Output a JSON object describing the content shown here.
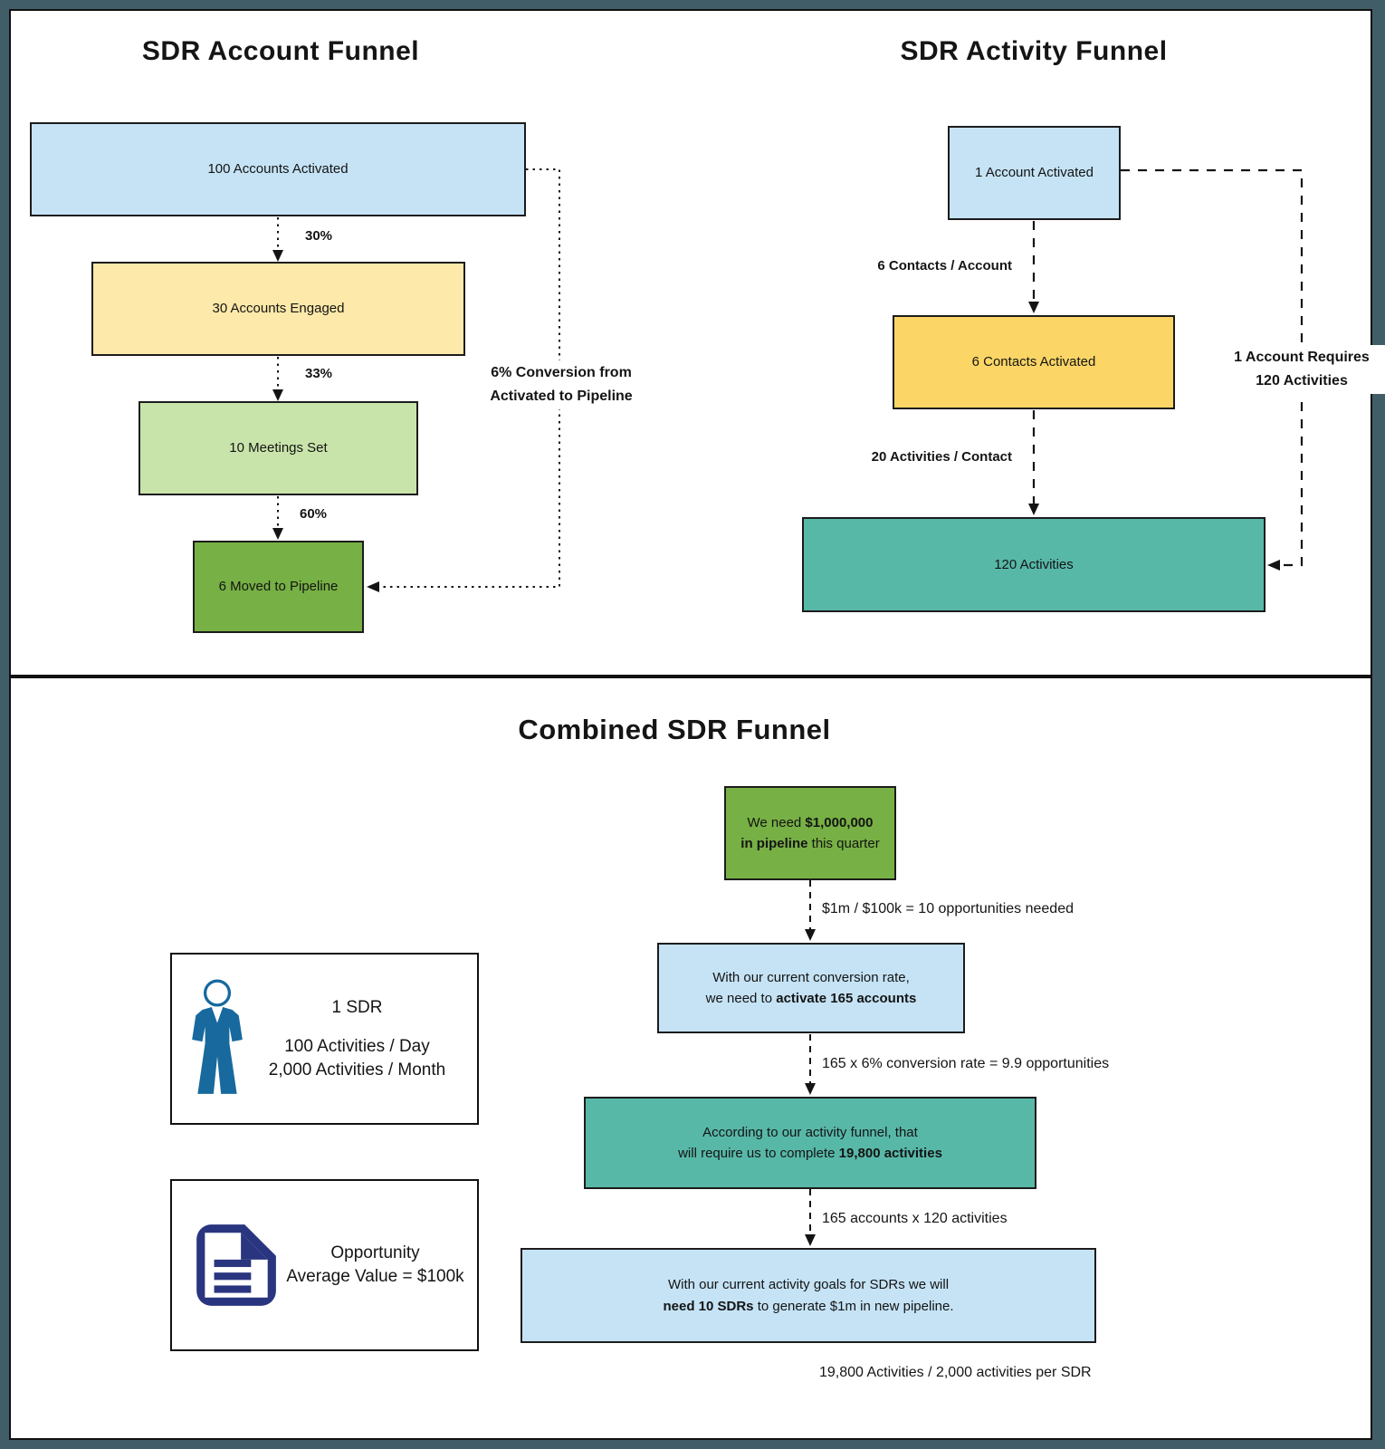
{
  "account_funnel": {
    "title": "SDR Account Funnel",
    "stage1": "100 Accounts Activated",
    "rate1": "30%",
    "stage2": "30 Accounts Engaged",
    "rate2": "33%",
    "stage3": "10 Meetings Set",
    "rate3": "60%",
    "stage4": "6 Moved to Pipeline",
    "feedback_line1": "6% Conversion from",
    "feedback_line2": "Activated to Pipeline"
  },
  "activity_funnel": {
    "title": "SDR Activity Funnel",
    "stage1": "1 Account Activated",
    "rate1": "6 Contacts / Account",
    "stage2": "6 Contacts Activated",
    "rate2": "20 Activities / Contact",
    "stage3": "120 Activities",
    "feedback_line1": "1 Account Requires",
    "feedback_line2": "120 Activities"
  },
  "combined_funnel": {
    "title": "Combined SDR Funnel",
    "goal_pre": "We need ",
    "goal_bold1": "$1,000,000",
    "goal_bold2": "in pipeline",
    "goal_post": " this quarter",
    "step1": "$1m / $100k = 10 opportunities needed",
    "accounts_line1": "With our current conversion rate,",
    "accounts_pre": "we need to ",
    "accounts_bold": "activate 165 accounts",
    "step2": "165 x 6% conversion rate = 9.9 opportunities",
    "activities_line1": "According to our activity funnel, that",
    "activities_pre": "will require us to complete ",
    "activities_bold": "19,800 activities",
    "step3": "165 accounts x 120 activities",
    "result_line1": "With our current activity goals for SDRs we will",
    "result_bold": "need 10 SDRs",
    "result_post": " to generate $1m in new pipeline.",
    "footnote": "19,800 Activities / 2,000 activities per SDR"
  },
  "sdr_info": {
    "title": "1 SDR",
    "line1": "100 Activities / Day",
    "line2": "2,000 Activities / Month"
  },
  "opportunity_info": {
    "line1": "Opportunity",
    "line2": "Average Value = $100k"
  },
  "icons": {
    "sdr": "person-icon",
    "opportunity": "document-icon"
  },
  "colors": {
    "frame_border": "#415D68",
    "panel": "#FFFFFF",
    "light_blue": "#C5E3F5",
    "light_yellow": "#FDE9A9",
    "gold": "#FBD666",
    "light_green": "#C9E4AA",
    "green": "#77B044",
    "teal": "#58B8A8",
    "navy": "#2A3580",
    "person_blue": "#17699E",
    "line": "#141414"
  }
}
